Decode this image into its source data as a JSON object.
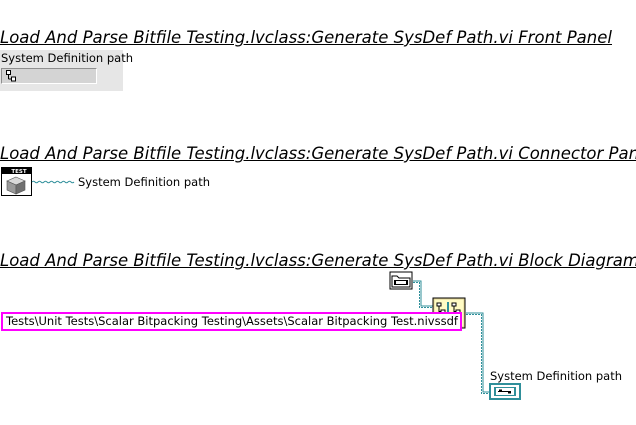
{
  "front_panel": {
    "title": "Load And Parse Bitfile Testing.lvclass:Generate SysDef Path.vi Front Panel",
    "control_label": "System Definition path",
    "control_icon": "browse-path-icon"
  },
  "connector_pane": {
    "title": "Load And Parse Bitfile Testing.lvclass:Generate SysDef Path.vi Connector Pane",
    "icon_text": "TEST",
    "terminal_label": "System Definition path"
  },
  "block_diagram": {
    "title": "Load And Parse Bitfile Testing.lvclass:Generate SysDef Path.vi Block Diagram",
    "path_constant": "Tests\\Unit Tests\\Scalar Bitpacking Testing\\Assets\\Scalar Bitpacking Test.nivssdf",
    "indicator_label": "System Definition path",
    "nodes": [
      "folder-path-node-icon",
      "build-path-function-icon",
      "path-indicator-terminal-icon"
    ],
    "colors": {
      "path_wire": "#2f8f9a",
      "path_constant_border": "#ff00ff",
      "function_fill": "#fffbc4"
    }
  }
}
